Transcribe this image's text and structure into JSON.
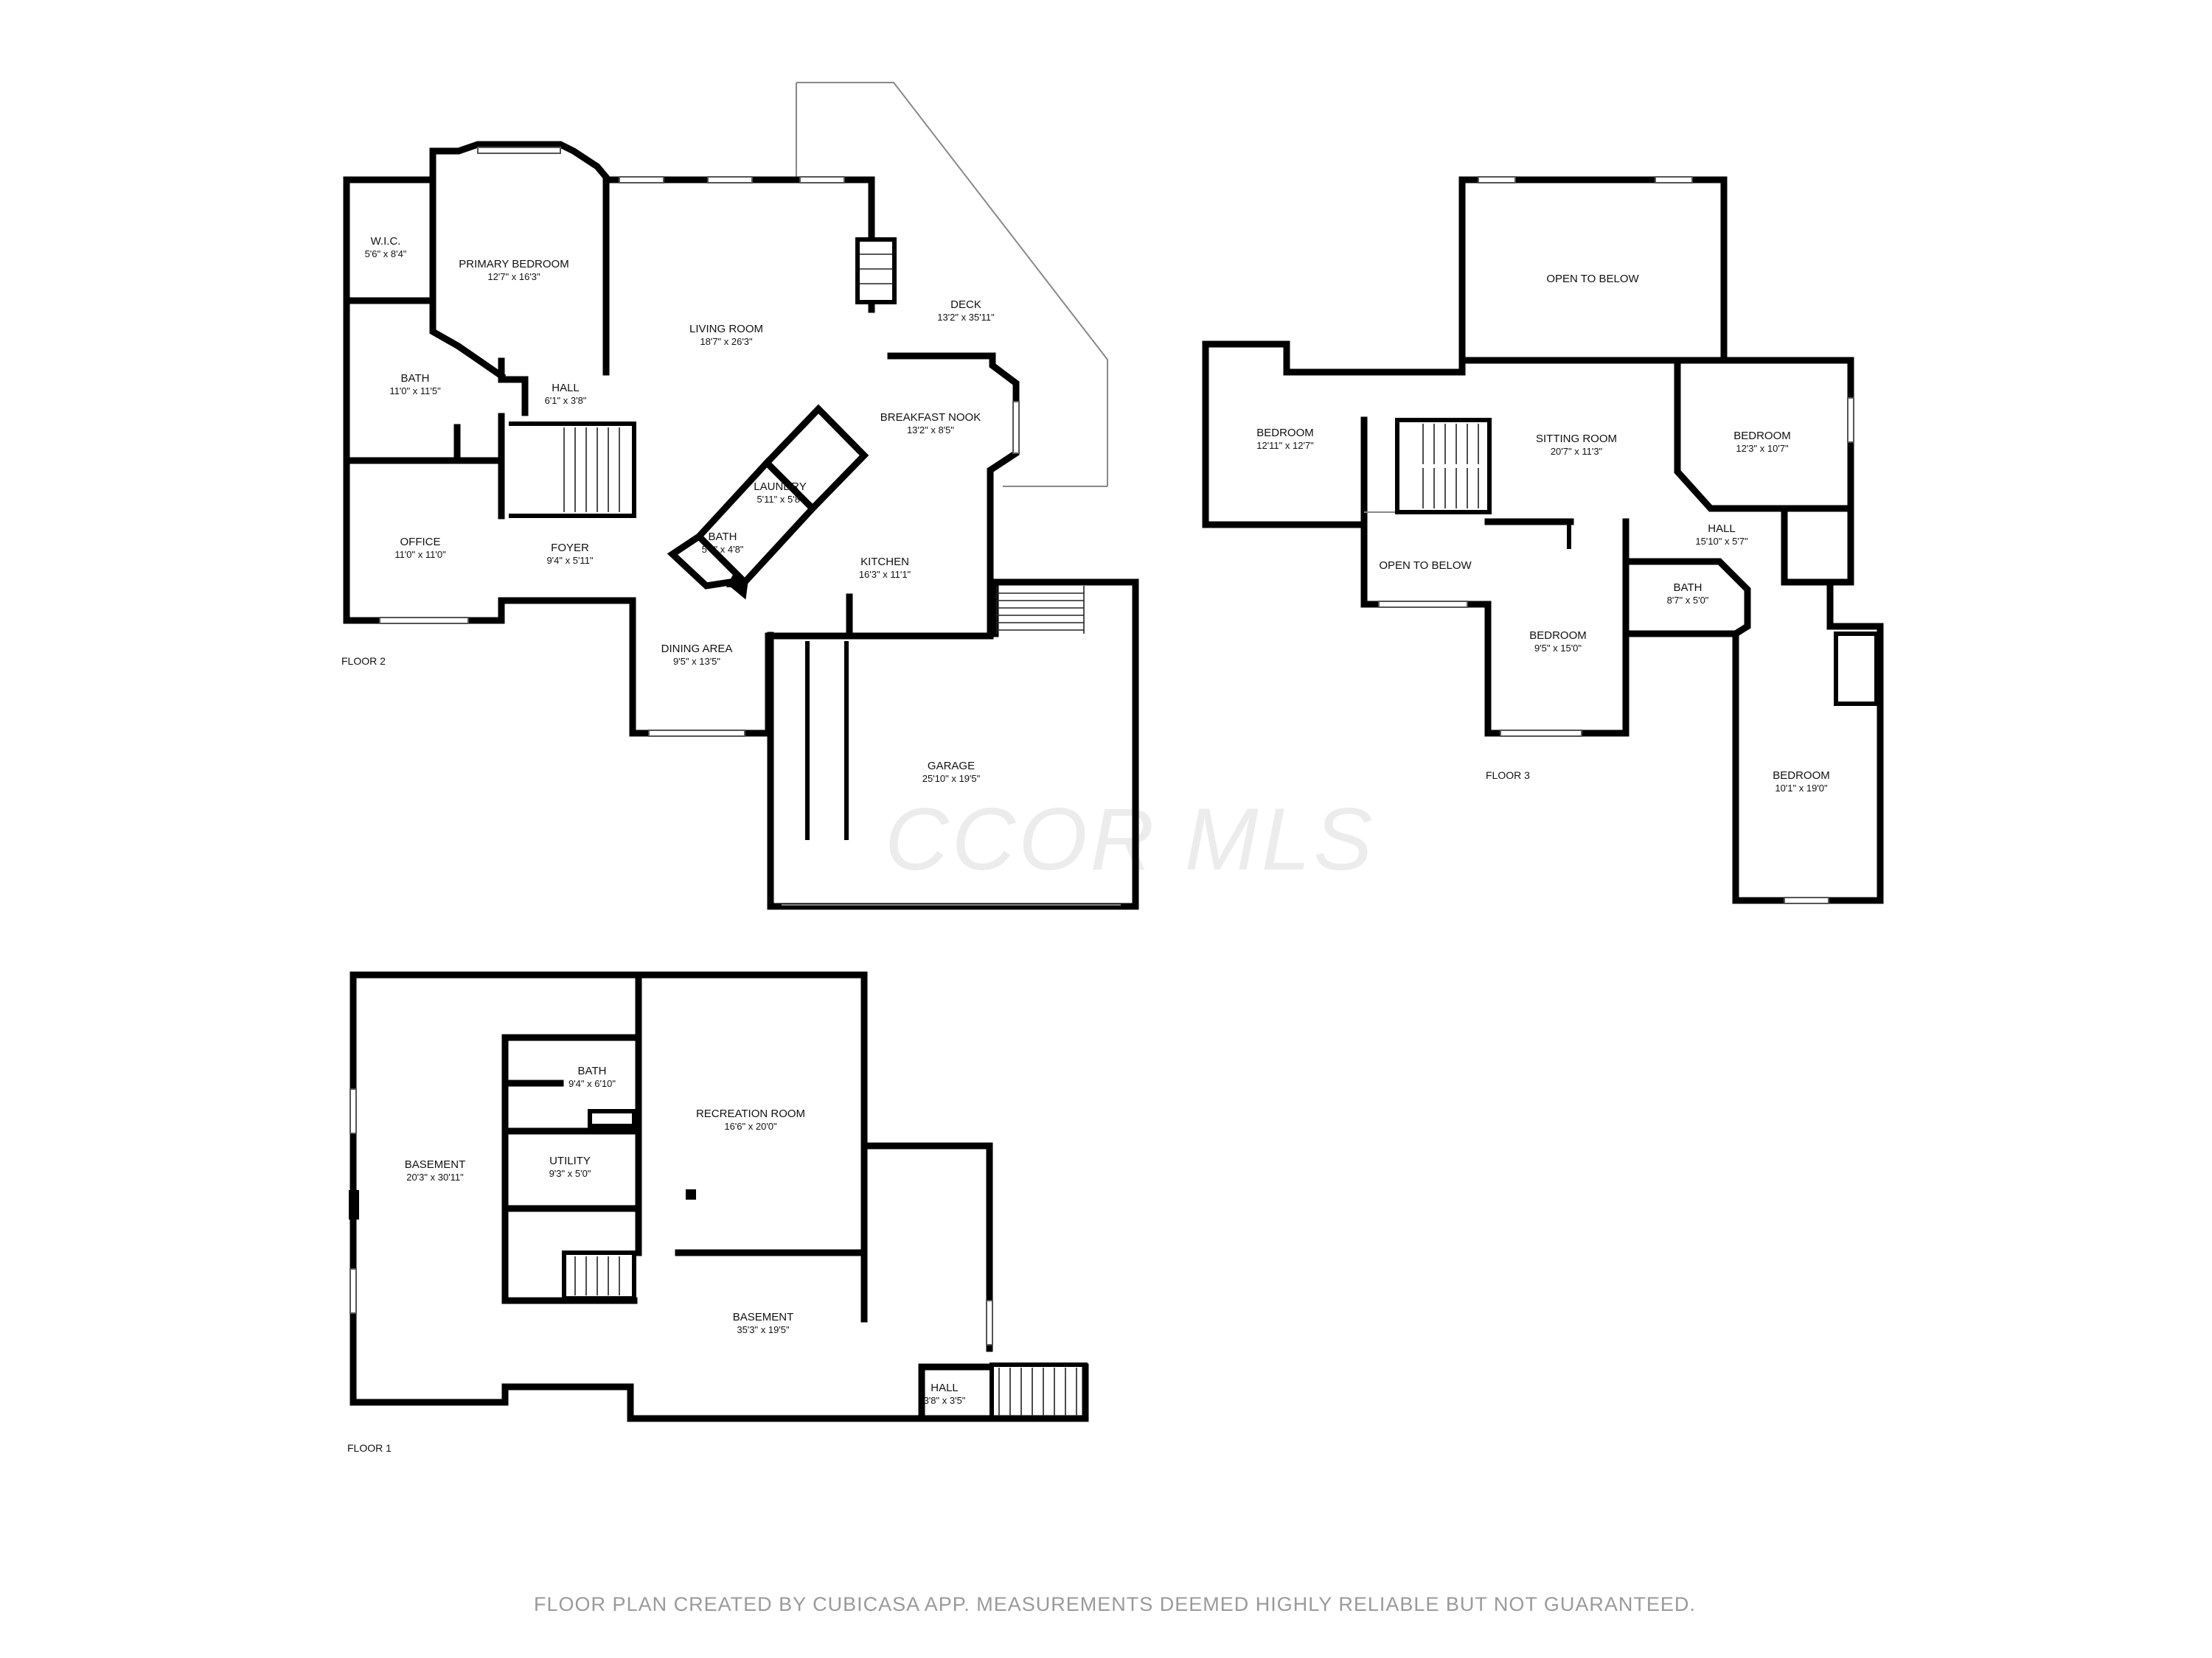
{
  "watermark": "CCOR MLS",
  "footer": "FLOOR PLAN CREATED BY CUBICASA APP. MEASUREMENTS DEEMED HIGHLY RELIABLE BUT NOT GUARANTEED.",
  "floors": {
    "floor2": {
      "label": "FLOOR 2",
      "rooms": {
        "wic": {
          "name": "W.I.C.",
          "dims": "5'6\" x 8'4\""
        },
        "primary_bedroom": {
          "name": "PRIMARY BEDROOM",
          "dims": "12'7\" x 16'3\""
        },
        "living_room": {
          "name": "LIVING ROOM",
          "dims": "18'7\" x 26'3\""
        },
        "deck": {
          "name": "DECK",
          "dims": "13'2\" x 35'11\""
        },
        "bath_primary": {
          "name": "BATH",
          "dims": "11'0\" x 11'5\""
        },
        "hall": {
          "name": "HALL",
          "dims": "6'1\" x 3'8\""
        },
        "breakfast_nook": {
          "name": "BREAKFAST NOOK",
          "dims": "13'2\" x 8'5\""
        },
        "laundry": {
          "name": "LAUNDRY",
          "dims": "5'11\" x 5'8\""
        },
        "office": {
          "name": "OFFICE",
          "dims": "11'0\" x 11'0\""
        },
        "foyer": {
          "name": "FOYER",
          "dims": "9'4\" x 5'11\""
        },
        "bath_half": {
          "name": "BATH",
          "dims": "5'8\" x 4'8\""
        },
        "kitchen": {
          "name": "KITCHEN",
          "dims": "16'3\" x 11'1\""
        },
        "dining_area": {
          "name": "DINING AREA",
          "dims": "9'5\" x 13'5\""
        },
        "garage": {
          "name": "GARAGE",
          "dims": "25'10\" x 19'5\""
        }
      }
    },
    "floor3": {
      "label": "FLOOR 3",
      "rooms": {
        "open_to_below_top": {
          "name": "OPEN TO BELOW"
        },
        "bedroom_west": {
          "name": "BEDROOM",
          "dims": "12'11\" x 12'7\""
        },
        "sitting_room": {
          "name": "SITTING ROOM",
          "dims": "20'7\" x 11'3\""
        },
        "bedroom_east": {
          "name": "BEDROOM",
          "dims": "12'3\" x 10'7\""
        },
        "hall": {
          "name": "HALL",
          "dims": "15'10\" x 5'7\""
        },
        "open_to_below_bottom": {
          "name": "OPEN TO BELOW"
        },
        "bath": {
          "name": "BATH",
          "dims": "8'7\" x 5'0\""
        },
        "bedroom_south": {
          "name": "BEDROOM",
          "dims": "9'5\" x 15'0\""
        },
        "bedroom_southeast": {
          "name": "BEDROOM",
          "dims": "10'1\" x 19'0\""
        }
      }
    },
    "floor1": {
      "label": "FLOOR 1",
      "rooms": {
        "bath": {
          "name": "BATH",
          "dims": "9'4\" x 6'10\""
        },
        "recreation_room": {
          "name": "RECREATION ROOM",
          "dims": "16'6\" x 20'0\""
        },
        "basement_west": {
          "name": "BASEMENT",
          "dims": "20'3\" x 30'11\""
        },
        "utility": {
          "name": "UTILITY",
          "dims": "9'3\" x 5'0\""
        },
        "basement_south": {
          "name": "BASEMENT",
          "dims": "35'3\" x 19'5\""
        },
        "hall": {
          "name": "HALL",
          "dims": "3'8\" x 3'5\""
        }
      }
    }
  }
}
